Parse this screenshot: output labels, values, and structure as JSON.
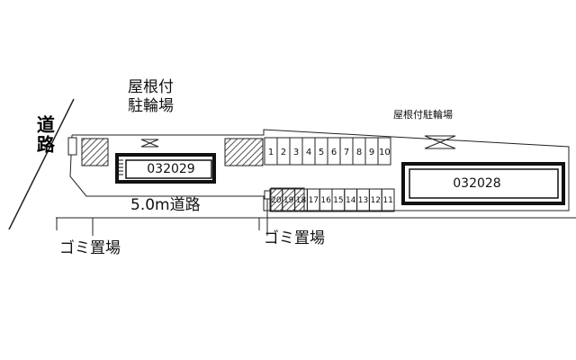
{
  "roads": {
    "main_road": "道路",
    "front_road": "5.0m道路"
  },
  "labels": {
    "bike_shelter_west": "屋根付\n駐輪場",
    "bike_shelter_east": "屋根付駐輪場",
    "garbage_west": "ゴミ置場",
    "garbage_center": "ゴミ置場"
  },
  "buildings": [
    {
      "id": "032029"
    },
    {
      "id": "032028"
    }
  ],
  "parking": {
    "north_row": [
      "1",
      "2",
      "3",
      "4",
      "5",
      "6",
      "7",
      "8",
      "9",
      "10"
    ],
    "south_row": [
      "20",
      "19",
      "18",
      "17",
      "16",
      "15",
      "14",
      "13",
      "12",
      "11"
    ]
  },
  "icons": {
    "bike_shelter": "bike-shelter-icon",
    "hatch": "hatched-area"
  },
  "colors": {
    "line": "#222222",
    "hatch": "#666666",
    "building_fill": "#ffffff"
  }
}
